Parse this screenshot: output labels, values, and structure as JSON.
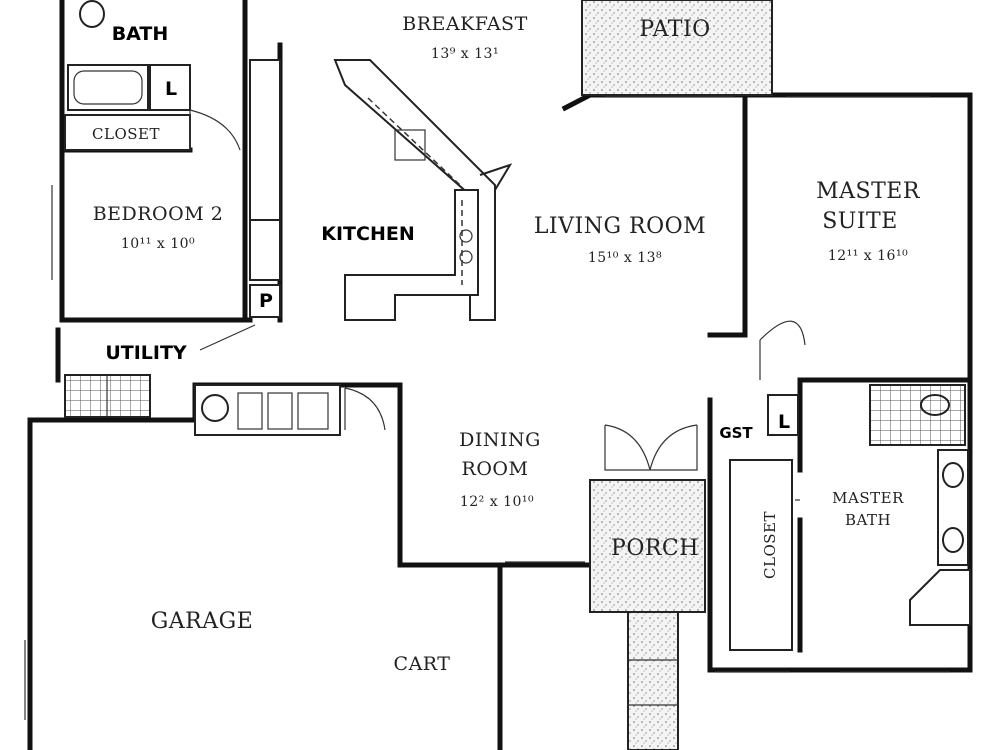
{
  "rooms": {
    "breakfast": {
      "name": "BREAKFAST",
      "dims": "13⁹ x 13¹"
    },
    "patio": {
      "name": "PATIO"
    },
    "bath": {
      "name": "BATH"
    },
    "laundry": {
      "name": "L"
    },
    "closet_top": {
      "name": "CLOSET"
    },
    "bedroom2": {
      "name": "BEDROOM 2",
      "dims": "10¹¹ x 10⁰"
    },
    "kitchen": {
      "name": "KITCHEN"
    },
    "living": {
      "name": "LIVING ROOM",
      "dims": "15¹⁰ x 13⁸"
    },
    "master_suite": {
      "name_line1": "MASTER",
      "name_line2": "SUITE",
      "dims": "12¹¹ x 16¹⁰"
    },
    "pantry": {
      "name": "P"
    },
    "utility": {
      "name": "UTILITY"
    },
    "gst": {
      "name": "GST"
    },
    "gst_l": {
      "name": "L"
    },
    "dining": {
      "name_line1": "DINING",
      "name_line2": "ROOM",
      "dims": "12² x 10¹⁰"
    },
    "porch": {
      "name": "PORCH"
    },
    "closet_master": {
      "name": "CLOSET"
    },
    "master_bath": {
      "name_line1": "MASTER",
      "name_line2": "BATH"
    },
    "garage": {
      "name": "GARAGE"
    },
    "cart": {
      "name": "CART"
    }
  }
}
